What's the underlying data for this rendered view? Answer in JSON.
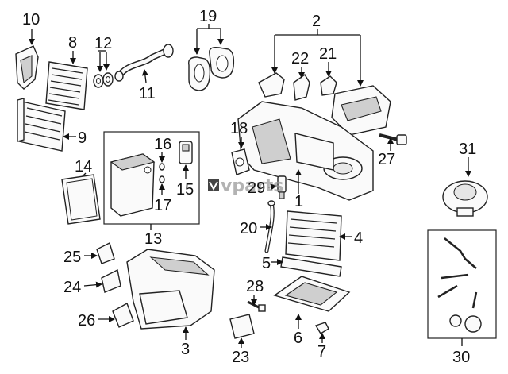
{
  "watermark": {
    "text": "vparts",
    "mark": "v-logo-icon"
  },
  "callouts": [
    {
      "id": "c1",
      "label": "1"
    },
    {
      "id": "c2",
      "label": "2"
    },
    {
      "id": "c3",
      "label": "3"
    },
    {
      "id": "c4",
      "label": "4"
    },
    {
      "id": "c5",
      "label": "5"
    },
    {
      "id": "c6",
      "label": "6"
    },
    {
      "id": "c7",
      "label": "7"
    },
    {
      "id": "c8",
      "label": "8"
    },
    {
      "id": "c9",
      "label": "9"
    },
    {
      "id": "c10",
      "label": "10"
    },
    {
      "id": "c11",
      "label": "11"
    },
    {
      "id": "c12",
      "label": "12"
    },
    {
      "id": "c13",
      "label": "13"
    },
    {
      "id": "c14",
      "label": "14"
    },
    {
      "id": "c15",
      "label": "15"
    },
    {
      "id": "c16",
      "label": "16"
    },
    {
      "id": "c17",
      "label": "17"
    },
    {
      "id": "c18",
      "label": "18"
    },
    {
      "id": "c19",
      "label": "19"
    },
    {
      "id": "c20",
      "label": "20"
    },
    {
      "id": "c21",
      "label": "21"
    },
    {
      "id": "c22",
      "label": "22"
    },
    {
      "id": "c23",
      "label": "23"
    },
    {
      "id": "c24",
      "label": "24"
    },
    {
      "id": "c25",
      "label": "25"
    },
    {
      "id": "c26",
      "label": "26"
    },
    {
      "id": "c27",
      "label": "27"
    },
    {
      "id": "c28",
      "label": "28"
    },
    {
      "id": "c29",
      "label": "29"
    },
    {
      "id": "c30",
      "label": "30"
    },
    {
      "id": "c31",
      "label": "31"
    }
  ]
}
